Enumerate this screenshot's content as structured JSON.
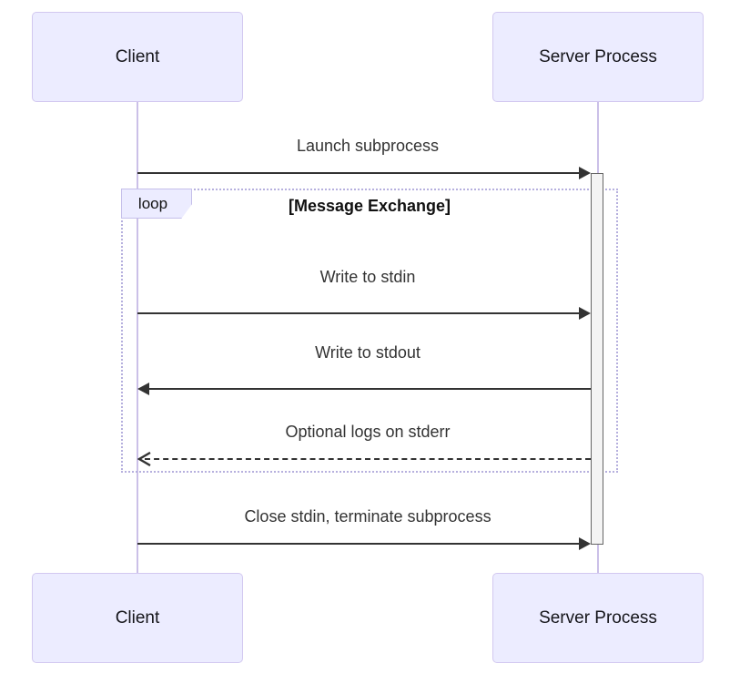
{
  "diagram": {
    "type": "sequence",
    "actors": [
      {
        "id": "client",
        "label": "Client"
      },
      {
        "id": "server",
        "label": "Server Process"
      }
    ],
    "loop": {
      "label": "loop",
      "title": "[Message Exchange]"
    },
    "messages": [
      {
        "from": "client",
        "to": "server",
        "label": "Launch subprocess",
        "line": "solid",
        "head": "filled"
      },
      {
        "from": "client",
        "to": "server",
        "label": "Write to stdin",
        "line": "solid",
        "head": "filled"
      },
      {
        "from": "server",
        "to": "client",
        "label": "Write to stdout",
        "line": "solid",
        "head": "filled"
      },
      {
        "from": "server",
        "to": "client",
        "label": "Optional logs on stderr",
        "line": "dashed",
        "head": "open"
      },
      {
        "from": "client",
        "to": "server",
        "label": "Close stdin, terminate subprocess",
        "line": "solid",
        "head": "filled"
      }
    ],
    "colors": {
      "actor_fill": "#ECECFF",
      "actor_border": "#D2C8F0",
      "lifeline": "#CBC0E8",
      "arrow": "#333333",
      "message_text": "#333333",
      "activation_fill": "#F4F4F4",
      "activation_border": "#666666",
      "loop_border": "#B6B0DE",
      "loop_label_fill": "#ECECFF"
    }
  }
}
